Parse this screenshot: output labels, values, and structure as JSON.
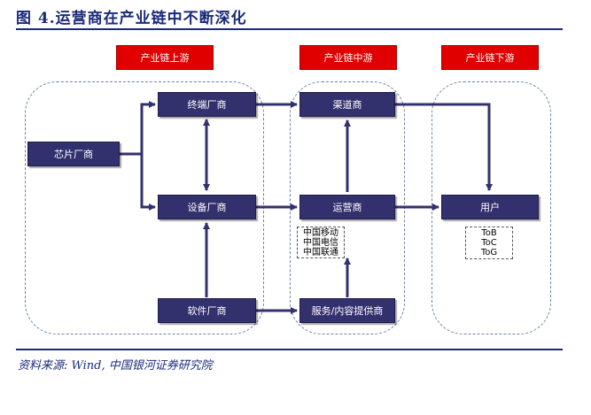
{
  "figure_title": "图 4.运营商在产业链中不断深化",
  "stages": {
    "upstream": "产业链上游",
    "midstream": "产业链中游",
    "downstream": "产业链下游"
  },
  "nodes": {
    "chip": "芯片厂商",
    "terminal": "终端厂商",
    "device": "设备厂商",
    "software": "软件厂商",
    "channel": "渠道商",
    "operator": "运营商",
    "service": "服务/内容提供商",
    "user": "用户"
  },
  "operators_list": [
    "中国移动",
    "中国电信",
    "中国联通"
  ],
  "user_types": [
    "ToB",
    "ToC",
    "ToG"
  ],
  "source": "资料来源: Wind, 中国银河证券研究院",
  "colors": {
    "node": "#33306e",
    "stage": "#e00000",
    "title": "#1a2a7a",
    "arrow": "#33306e"
  }
}
